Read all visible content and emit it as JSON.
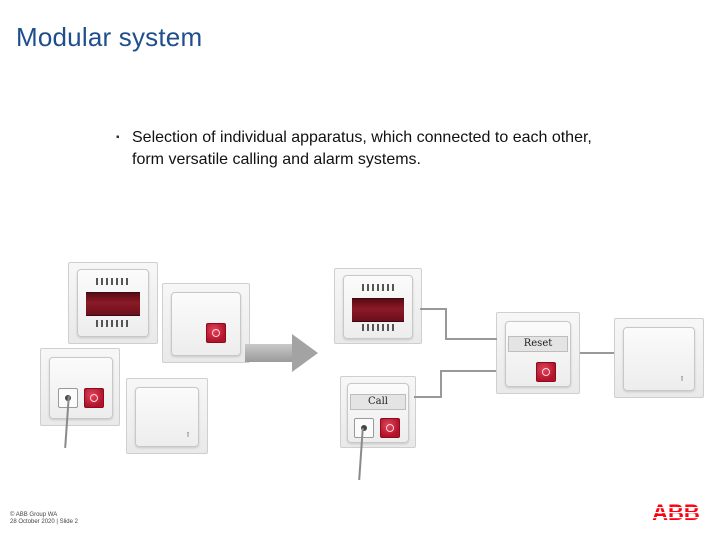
{
  "title": "Modular system",
  "bullet": {
    "mark": "▪",
    "text": "Selection of individual apparatus, which connected to each other, form versatile calling and alarm systems."
  },
  "devices": {
    "reset_label": "Reset",
    "call_label": "Call"
  },
  "footer": {
    "line1": "© ABB Group WA",
    "line2": "28 October 2020 | Slide 2"
  },
  "logo_text": "ABB",
  "colors": {
    "title": "#1f4e8c",
    "brand_red": "#ff000f",
    "lamp_red": "#8b1a28"
  }
}
